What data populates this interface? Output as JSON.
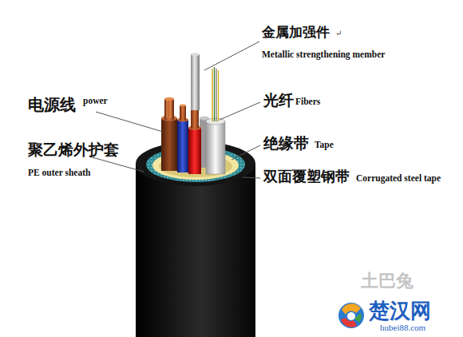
{
  "diagram": {
    "labels": [
      "金属加强件",
      "↵",
      "Metallic strengthening member",
      "电源线",
      "power",
      "光纤",
      "Fibers",
      "聚乙烯外护套",
      "PE outer sheath",
      "绝缘带",
      "Tape",
      "双面覆塑钢带",
      "Corrugated steel tape",
      "土巴兔",
      "楚汉网",
      "hubei88.com"
    ]
  }
}
